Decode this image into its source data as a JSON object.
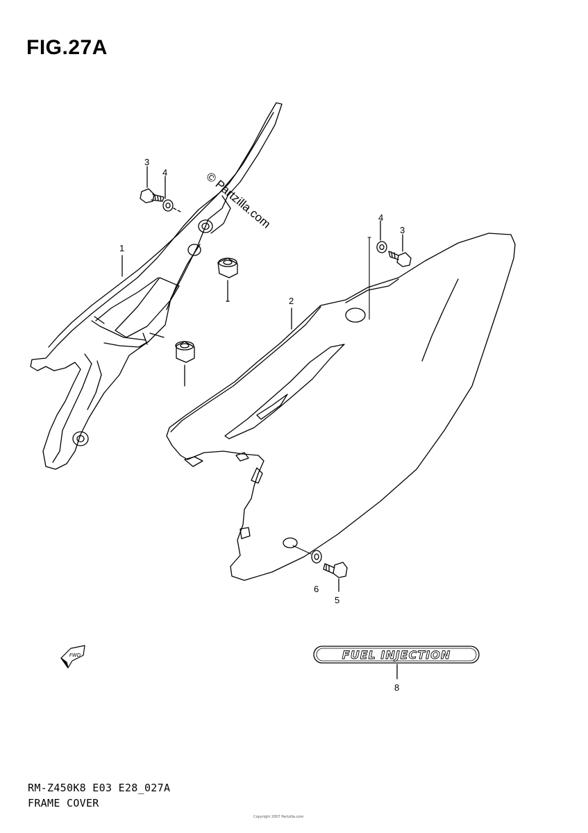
{
  "figure": {
    "title": "FIG.27A",
    "watermark": "© Partzilla.com",
    "model_code": "RM-Z450K8 E03 E28_027A",
    "section_name": "FRAME COVER",
    "fine_print": "Copyright 2007 Partzilla.com"
  },
  "callouts": [
    {
      "id": "3",
      "part": "bolt"
    },
    {
      "id": "4",
      "part": "washer"
    },
    {
      "id": "1",
      "part": "frame cover, left"
    },
    {
      "id": "2",
      "part": "frame cover, right"
    },
    {
      "id": "4",
      "part": "washer"
    },
    {
      "id": "3",
      "part": "bolt"
    },
    {
      "id": "6",
      "part": "washer"
    },
    {
      "id": "5",
      "part": "bolt"
    },
    {
      "id": "8",
      "part": "emblem"
    }
  ],
  "emblem": {
    "text": "FUEL INJECTION"
  },
  "arrow": {
    "text": "FWD"
  },
  "colors": {
    "line": "#000000",
    "background": "#ffffff"
  }
}
